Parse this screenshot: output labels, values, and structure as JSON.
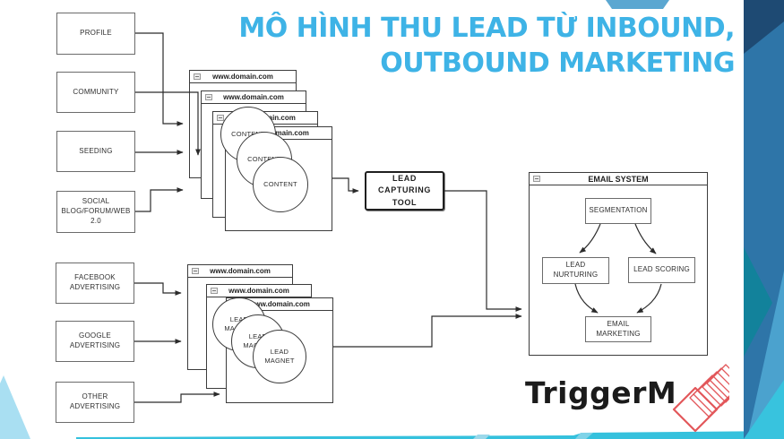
{
  "slide": {
    "title_line1": "MÔ HÌNH THU LEAD TỪ INBOUND,",
    "title_line2": "OUTBOUND MARKETING",
    "title_color": "#3EB3E6"
  },
  "inbound_sources": [
    "PROFILE",
    "COMMUNITY",
    "SEEDING",
    "SOCIAL\nBLOG/FORUM/WEB\n2.0"
  ],
  "outbound_sources": [
    "FACEBOOK\nADVERTISING",
    "GOOGLE\nADVERTISING",
    "OTHER\nADVERTISING"
  ],
  "browser_window_title": "www.domain.com",
  "content_stack": {
    "window_count": 4,
    "circle_label": "CONTENT"
  },
  "magnet_stack": {
    "window_count": 3,
    "circle_label": "LEAD\nMAGNET"
  },
  "lead_capturing_tool_label": "LEAD CAPTURING\nTOOL",
  "email_system": {
    "title": "EMAIL SYSTEM",
    "segmentation": "SEGMENTATION",
    "lead_nurturing": "LEAD\nNURTURING",
    "lead_scoring": "LEAD SCORING",
    "email_marketing": "EMAIL\nMARKETING"
  },
  "logo": {
    "text": "TriggerM",
    "icon_color": "#E2575A"
  },
  "colors": {
    "title_cyan": "#3EB3E6",
    "band_blue": "#2E75A8",
    "band_navy": "#1E4A73",
    "band_teal": "#12829B",
    "band_light_blue": "#4BA2CE",
    "band_bright_cyan": "#38C3DE",
    "bottom_strip_cyan": "#35C1DD",
    "left_wedge_cyan": "#A9DFF2",
    "line_color": "#2b2b2b"
  }
}
